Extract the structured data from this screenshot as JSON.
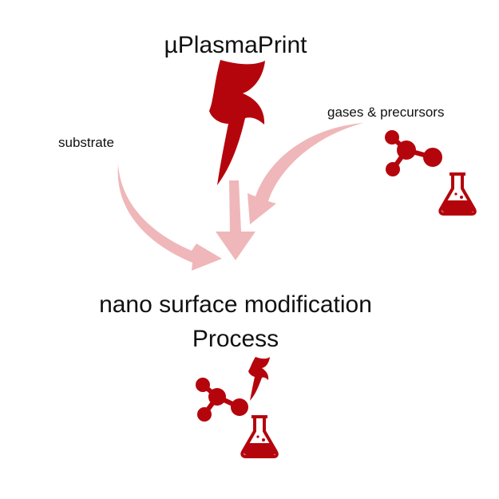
{
  "title": "µPlasmaPrint",
  "inputs": {
    "substrate": "substrate",
    "gases": "gases & precursors"
  },
  "process": {
    "line1": "nano surface modification",
    "line2": "Process"
  },
  "colors": {
    "accent": "#b5050c",
    "arrow": "#efb7b9",
    "text": "#111111"
  },
  "icons": {
    "plasma": "lightning-bolt-icon",
    "molecule": "molecule-icon",
    "flask": "flask-icon"
  }
}
